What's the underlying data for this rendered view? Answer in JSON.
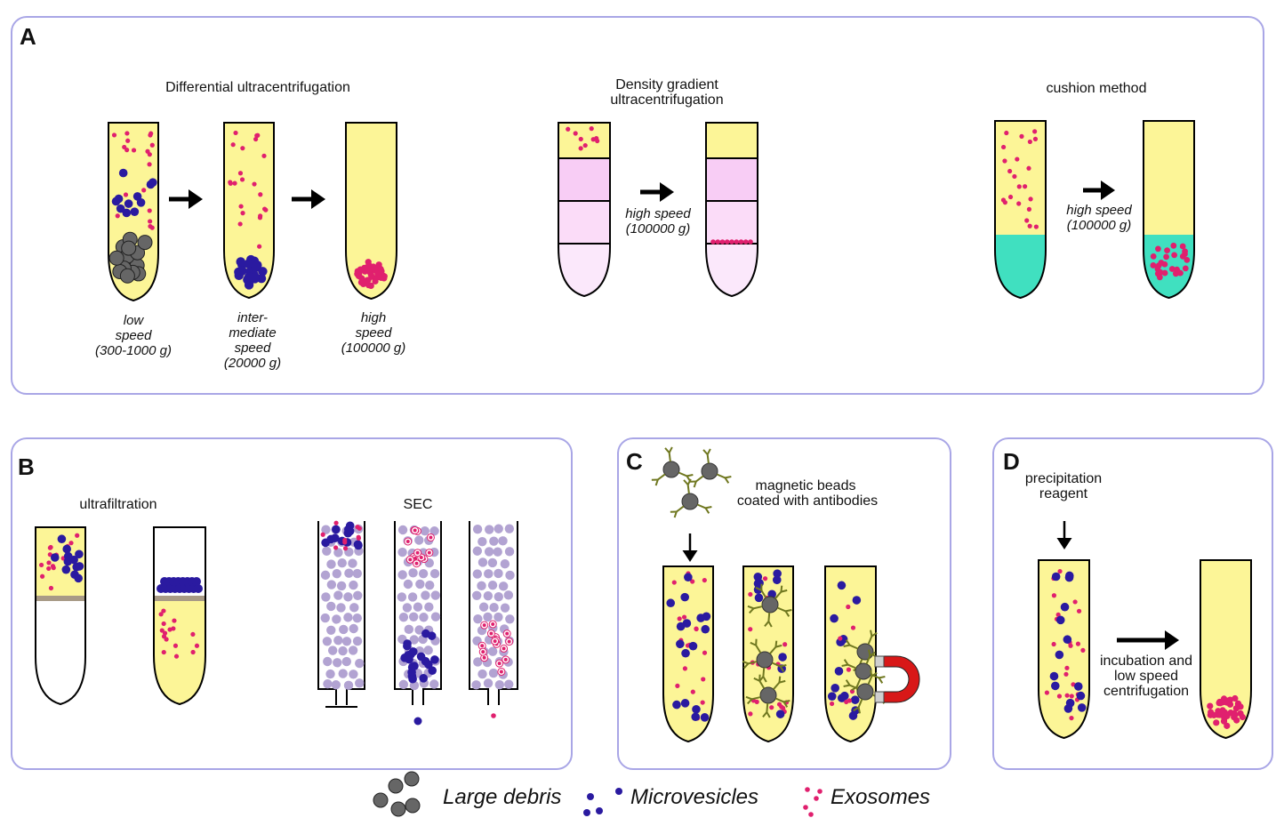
{
  "panels": {
    "a": {
      "label": "A",
      "titles": {
        "differential": "Differential ultracentrifugation",
        "gradient_line1": "Density gradient",
        "gradient_line2": "ultracentrifugation",
        "cushion": "cushion method"
      },
      "captions": {
        "low": [
          "low",
          "speed",
          "(300-1000 g)"
        ],
        "inter": [
          "inter-",
          "mediate",
          "speed",
          "(20000 g)"
        ],
        "high": [
          "high",
          "speed",
          "(100000 g)"
        ],
        "gradient_step": [
          "high speed",
          "(100000 g)"
        ],
        "cushion_step": [
          "high speed",
          "(100000 g)"
        ]
      }
    },
    "b": {
      "label": "B",
      "titles": {
        "ultrafiltration": "ultrafiltration",
        "sec": "SEC"
      }
    },
    "c": {
      "label": "C",
      "titles": {
        "beads_line1": "magnetic beads",
        "beads_line2": "coated with antibodies"
      }
    },
    "d": {
      "label": "D",
      "titles": {
        "reagent_line1": "precipitation",
        "reagent_line2": "reagent"
      },
      "captions": {
        "step": [
          "incubation and",
          "low speed",
          "centrifugation"
        ]
      }
    }
  },
  "legend": {
    "debris": "Large debris",
    "microvesicles": "Microvesicles",
    "exosomes": "Exosomes"
  },
  "colors": {
    "panel_border": "#a9a6e6",
    "tube_fill": "#fcf597",
    "gradient_pink": "#f8cdf5",
    "gradient_light": "#fbe8fb",
    "cushion_teal": "#40e0c0",
    "debris_gray": "#666666",
    "microvesicle_blue": "#2a1aa0",
    "exosome_pink": "#e0206e",
    "sec_bead_lavender": "#b2a3d2",
    "filter_membrane": "#a89a86",
    "antibody_olive": "#707820",
    "magnet_red": "#d81818"
  }
}
